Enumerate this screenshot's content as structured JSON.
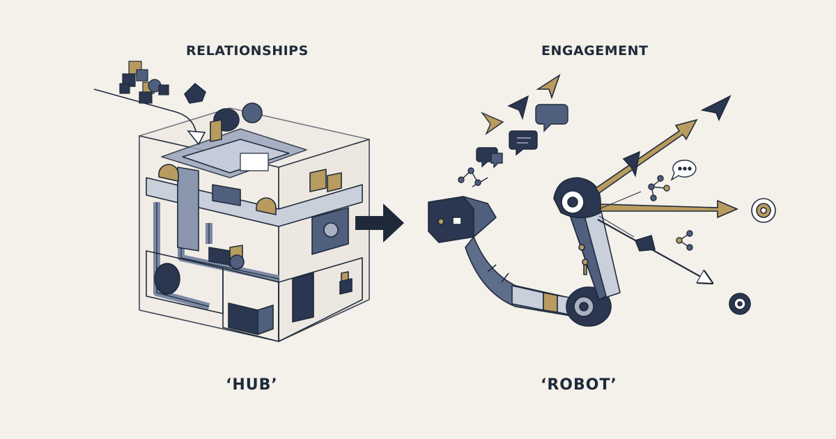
{
  "left_panel": {
    "title": "RELATIONSHIPS",
    "caption": "‘HUB’"
  },
  "right_panel": {
    "title": "ENGAGEMENT",
    "caption": "‘ROBOT’"
  },
  "colors": {
    "background": "#f4f0ea",
    "navy": "#2b3650",
    "slate": "#4f5f7d",
    "light_slate": "#a9b1c3",
    "gold": "#b89b5e",
    "outline": "#1e2a3a"
  }
}
